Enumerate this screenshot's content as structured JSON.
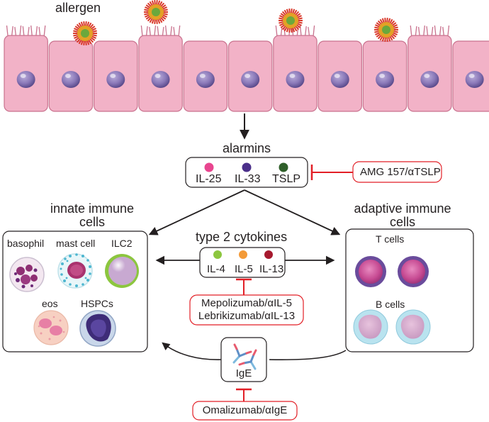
{
  "labels": {
    "allergen": "allergen",
    "alarmins": "alarmins",
    "innate_title_1": "innate immune",
    "innate_title_2": "cells",
    "adaptive_title_1": "adaptive immune",
    "adaptive_title_2": "cells",
    "type2_cytokines": "type 2 cytokines"
  },
  "alarmins": [
    "IL-25",
    "IL-33",
    "TSLP"
  ],
  "cytokines": [
    "IL-4",
    "IL-5",
    "IL-13"
  ],
  "innate_cells": [
    "basophil",
    "mast cell",
    "ILC2",
    "eos",
    "HSPCs"
  ],
  "adaptive_cells": [
    "T cells",
    "B cells"
  ],
  "ige_label": "IgE",
  "drugs": {
    "alarmin_inhibitor": "AMG 157/αTSLP",
    "cytokine_inhibitor_1": "Mepolizumab/αIL-5",
    "cytokine_inhibitor_2": "Lebrikizumab/αIL-13",
    "ige_inhibitor": "Omalizumab/αIgE"
  },
  "colors": {
    "epithelium_fill": "#f2b2c7",
    "epithelium_stroke": "#c9728e",
    "nucleus": "#8a78b8",
    "allergen_outer": "#d9392b",
    "allergen_inner": "#e3a126",
    "allergen_center": "#6aa83c",
    "il25": "#e8458f",
    "il33": "#4b2f8a",
    "tslp": "#2f5f2a",
    "il4": "#8cc63f",
    "il5": "#f39a38",
    "il13": "#a6192e",
    "inhibitor": "#e21f26",
    "arrow": "#231f20"
  }
}
